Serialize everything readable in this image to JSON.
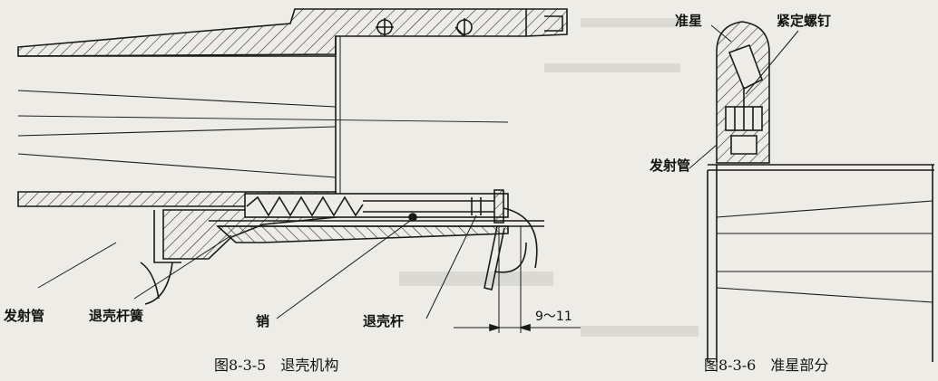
{
  "figure_left": {
    "caption": "图8-3-5　退壳机构",
    "labels": {
      "launch_tube": "发射管",
      "ejector_spring": "退壳杆簧",
      "pin": "销",
      "ejector_rod": "退壳杆",
      "dimension": "9～11"
    }
  },
  "figure_right": {
    "caption": "图8-3-6　准星部分",
    "labels": {
      "front_sight": "准星",
      "set_screw": "紧定螺钉",
      "launch_tube": "发射管"
    }
  },
  "colors": {
    "ink": "#1a1a1a",
    "paper": "#eeece6"
  }
}
